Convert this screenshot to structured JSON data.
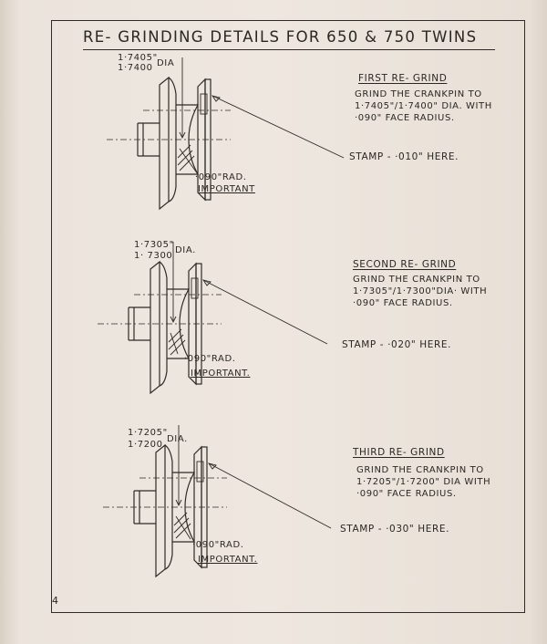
{
  "title": "RE- GRINDING  DETAILS FOR 650 & 750 TWINS",
  "page_number": "4",
  "diagrams": [
    {
      "dia_upper": "1·7405\"",
      "dia_lower": "1·7400",
      "dia_unit": "DIA",
      "radius_note": "·090\"RAD.",
      "important": "IMPORTANT",
      "pin_stamp": "·010",
      "heading": "FIRST  RE- GRIND",
      "line1": "GRIND THE CRANKPIN TO",
      "line2": "1·7405\"/1·7400\" DIA. WITH",
      "line3": "·090\" FACE  RADIUS.",
      "stamp": "STAMP - ·010\" HERE."
    },
    {
      "dia_upper": "1·7305\"",
      "dia_lower": "1· 7300",
      "dia_unit": "DIA.",
      "radius_note": "·090\"RAD.",
      "important": "IMPORTANT.",
      "pin_stamp": "·020",
      "heading": "SECOND  RE- GRIND",
      "line1": "GRIND THE CRANKPIN TO",
      "line2": "1·7305\"/1·7300\"DIA· WITH",
      "line3": "·090\" FACE  RADIUS.",
      "stamp": "STAMP  - ·020\" HERE."
    },
    {
      "dia_upper": "1·7205\"",
      "dia_lower": "1·7200",
      "dia_unit": "DIA.",
      "radius_note": "·090\"RAD.",
      "important": "IMPORTANT.",
      "pin_stamp": "·030",
      "heading": "THIRD  RE- GRIND",
      "line1": "GRIND  THE  CRANKPIN TO",
      "line2": "1·7205\"/1·7200\" DIA WITH",
      "line3": "·090\" FACE  RADIUS.",
      "stamp": "STAMP - ·030\" HERE."
    }
  ]
}
